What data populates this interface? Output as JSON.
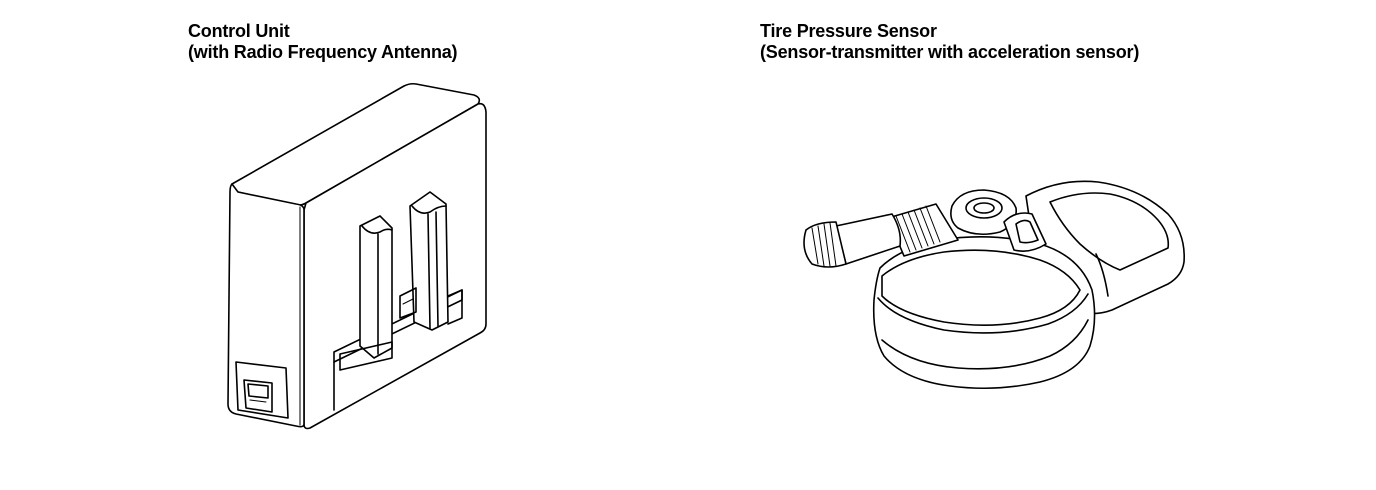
{
  "left_component": {
    "title_line1": "Control Unit",
    "title_line2": "(with Radio Frequency Antenna)",
    "icon": "control-unit-box"
  },
  "right_component": {
    "title_line1": "Tire Pressure Sensor",
    "title_line2": "(Sensor-transmitter with acceleration sensor)",
    "icon": "tire-pressure-sensor"
  }
}
